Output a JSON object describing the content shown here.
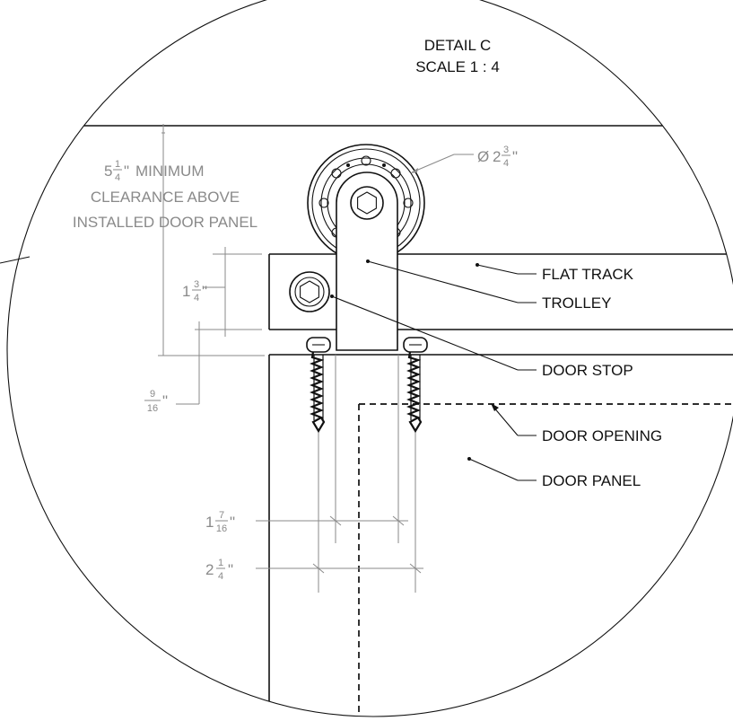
{
  "title": {
    "line1": "DETAIL C",
    "line2": "SCALE 1 : 4"
  },
  "callouts": {
    "flat_track": "FLAT TRACK",
    "trolley": "TROLLEY",
    "door_stop": "DOOR STOP",
    "door_opening": "DOOR OPENING",
    "door_panel": "DOOR PANEL"
  },
  "wheel_diameter": {
    "symbol": "Ø",
    "whole": "2",
    "num": "3",
    "den": "4",
    "unit": "\""
  },
  "clearance": {
    "whole": "5",
    "num": "1",
    "den": "4",
    "unit": "\"",
    "line1_rest": "MINIMUM",
    "line2": "CLEARANCE ABOVE",
    "line3": "INSTALLED DOOR PANEL"
  },
  "track_height": {
    "whole": "1",
    "num": "3",
    "den": "4",
    "unit": "\""
  },
  "gap": {
    "num": "9",
    "den": "16",
    "unit": "\""
  },
  "screw_spacing_inner": {
    "whole": "1",
    "num": "7",
    "den": "16",
    "unit": "\""
  },
  "screw_spacing_outer": {
    "whole": "2",
    "num": "1",
    "den": "4",
    "unit": "\""
  }
}
